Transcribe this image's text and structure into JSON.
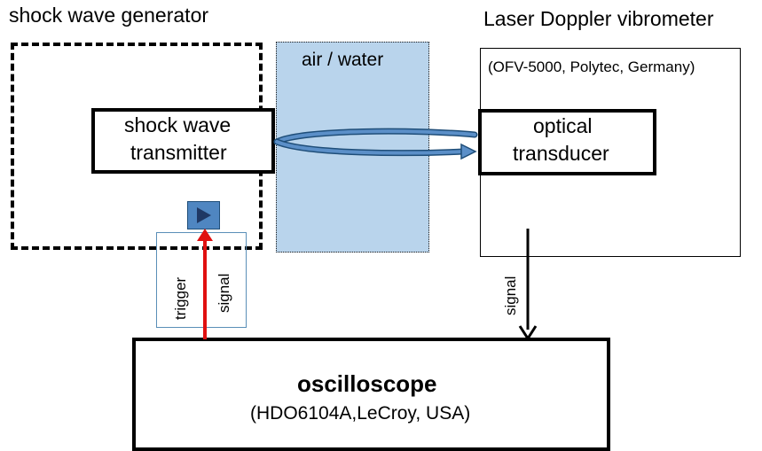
{
  "generator": {
    "title": "shock wave generator"
  },
  "medium": {
    "label": "air / water"
  },
  "transmitter": {
    "line1": "shock wave",
    "line2": "transmitter"
  },
  "vibrometer": {
    "title": "Laser Doppler vibrometer",
    "model": "(OFV-5000, Polytec, Germany)"
  },
  "transducer": {
    "line1": "optical",
    "line2": "transducer"
  },
  "trigger": {
    "label_trigger": "trigger",
    "label_signal": "signal",
    "icon": "play-icon"
  },
  "ldv_signal": {
    "label": "signal"
  },
  "oscilloscope": {
    "title": "oscilloscope",
    "model": "(HDO6104A,LeCroy, USA)"
  },
  "colors": {
    "medium_fill": "#b9d4ec",
    "beam": "#4a7fb8",
    "trigger_arrow": "#e01010",
    "trigger_button": "#4f86c1"
  }
}
